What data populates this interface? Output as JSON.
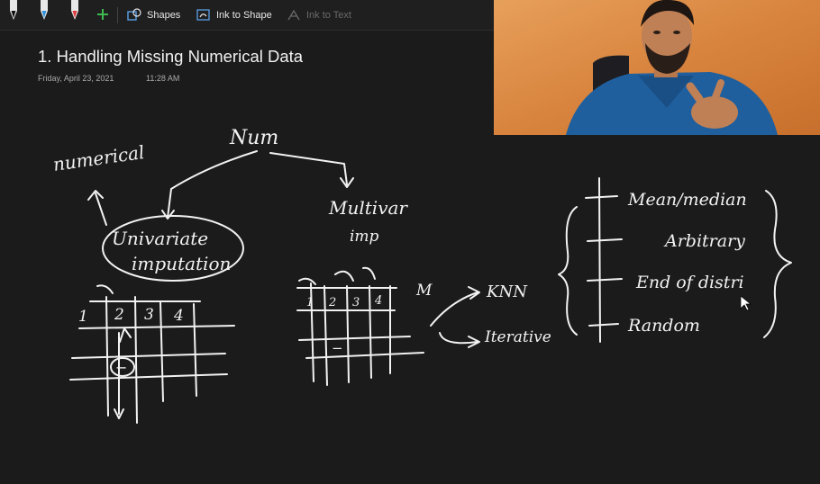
{
  "toolbar": {
    "shapes_label": "Shapes",
    "ink_to_shape_label": "Ink to Shape",
    "ink_to_text_label": "Ink to Text"
  },
  "page": {
    "title": "1. Handling Missing Numerical Data",
    "date": "Friday, April 23, 2021",
    "time": "11:28 AM"
  },
  "colors": {
    "canvas_bg": "#1b1b1b",
    "ink": "#f2f2f2",
    "pen_blue": "#2f8fd8",
    "pen_red": "#e03b3b",
    "accent_green": "#3fb950"
  },
  "ink_annotations": {
    "top_left_word": "numerical",
    "root": "Num",
    "univariate": [
      "Univariate",
      "imputation"
    ],
    "multivariate": [
      "Multivar",
      "imp"
    ],
    "univariate_grid_headers": [
      "1",
      "2",
      "3",
      "4"
    ],
    "multivariate_grid_headers": [
      "1",
      "2",
      "3",
      "4"
    ],
    "missing_marker": "−",
    "m_label": "M",
    "multivariate_methods": [
      "KNN",
      "Iterative"
    ],
    "univariate_methods": [
      "Mean/median",
      "Arbitrary",
      "End of distri",
      "Random"
    ]
  }
}
